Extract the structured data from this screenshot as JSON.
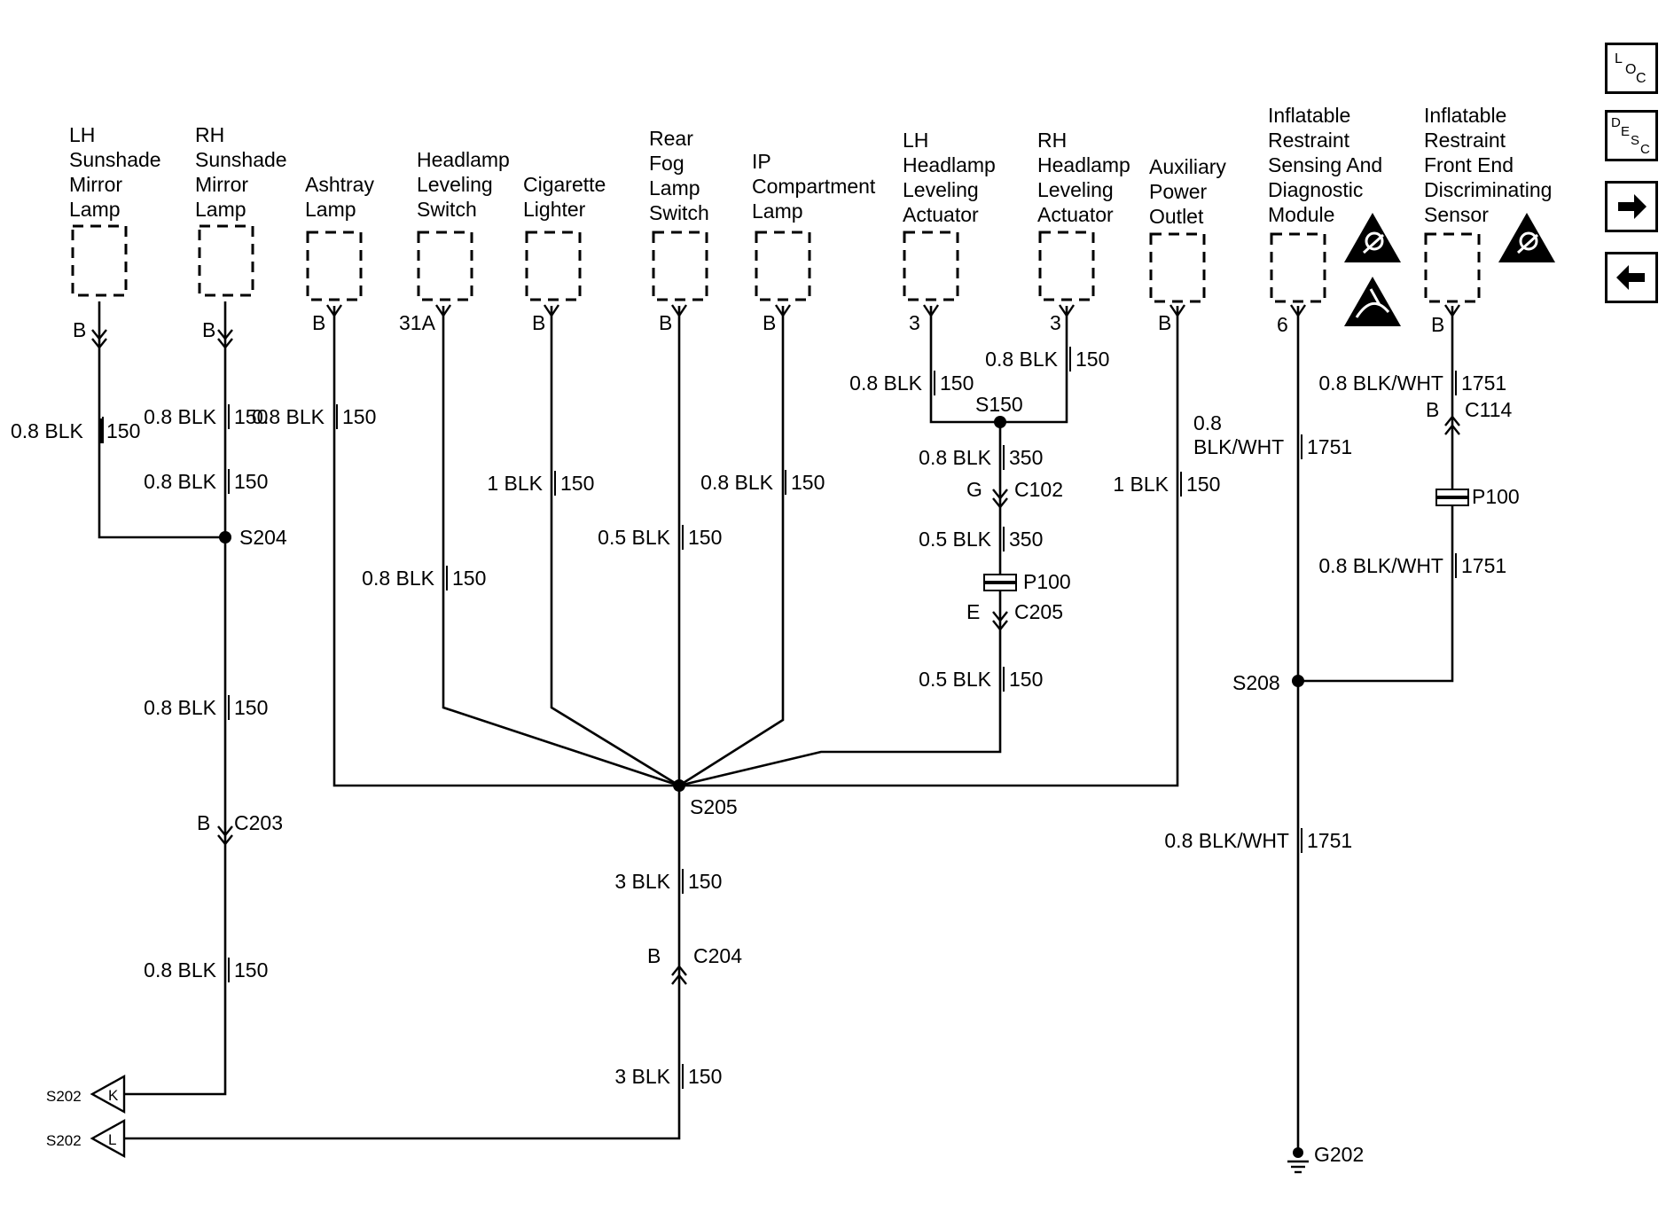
{
  "components": [
    {
      "id": "lh_sunshade",
      "label": [
        "LH",
        "Sunshade",
        "Mirror",
        "Lamp"
      ],
      "pin": "B"
    },
    {
      "id": "rh_sunshade",
      "label": [
        "RH",
        "Sunshade",
        "Mirror",
        "Lamp"
      ],
      "pin": "B"
    },
    {
      "id": "ashtray",
      "label": [
        "Ashtray",
        "Lamp"
      ],
      "pin": "B"
    },
    {
      "id": "hl_level_sw",
      "label": [
        "Headlamp",
        "Leveling",
        "Switch"
      ],
      "pin": "31A"
    },
    {
      "id": "cig_lighter",
      "label": [
        "Cigarette",
        "Lighter"
      ],
      "pin": "B"
    },
    {
      "id": "rear_fog",
      "label": [
        "Rear",
        "Fog",
        "Lamp",
        "Switch"
      ],
      "pin": "B"
    },
    {
      "id": "ip_comp",
      "label": [
        "IP",
        "Compartment",
        "Lamp"
      ],
      "pin": "B"
    },
    {
      "id": "lh_hl_act",
      "label": [
        "LH",
        "Headlamp",
        "Leveling",
        "Actuator"
      ],
      "pin": "3"
    },
    {
      "id": "rh_hl_act",
      "label": [
        "RH",
        "Headlamp",
        "Leveling",
        "Actuator"
      ],
      "pin": "3"
    },
    {
      "id": "aux_power",
      "label": [
        "Auxiliary",
        "Power",
        "Outlet"
      ],
      "pin": "B"
    },
    {
      "id": "sdm",
      "label": [
        "Inflatable",
        "Restraint",
        "Sensing And",
        "Diagnostic",
        "Module"
      ],
      "pin": "6"
    },
    {
      "id": "front_sensor",
      "label": [
        "Inflatable",
        "Restraint",
        "Front End",
        "Discriminating",
        "Sensor"
      ],
      "pin": "B"
    }
  ],
  "wires": [
    {
      "id": "w_lh_sun",
      "color": "0.8 BLK",
      "circuit": "150"
    },
    {
      "id": "w_rh_sun_a",
      "color": "0.8 BLK",
      "circuit": "150"
    },
    {
      "id": "w_rh_sun_b",
      "color": "0.8 BLK",
      "circuit": "150"
    },
    {
      "id": "w_ashtray",
      "color": "0.8 BLK",
      "circuit": "150"
    },
    {
      "id": "w_hl_level_sw",
      "color": "0.8 BLK",
      "circuit": "150"
    },
    {
      "id": "w_cig",
      "color": "1 BLK",
      "circuit": "150"
    },
    {
      "id": "w_fog",
      "color": "0.5 BLK",
      "circuit": "150"
    },
    {
      "id": "w_ip",
      "color": "0.8 BLK",
      "circuit": "150"
    },
    {
      "id": "w_lh_act",
      "color": "0.8 BLK",
      "circuit": "150"
    },
    {
      "id": "w_rh_act",
      "color": "0.8 BLK",
      "circuit": "150"
    },
    {
      "id": "w_s150_c102",
      "color": "0.8 BLK",
      "circuit": "350"
    },
    {
      "id": "w_c102_p100",
      "color": "0.5 BLK",
      "circuit": "350"
    },
    {
      "id": "w_c205_s205",
      "color": "0.5 BLK",
      "circuit": "150"
    },
    {
      "id": "w_aux",
      "color": "1 BLK",
      "circuit": "150"
    },
    {
      "id": "w_s204_c203",
      "color": "0.8 BLK",
      "circuit": "150"
    },
    {
      "id": "w_c203_s202",
      "color": "0.8 BLK",
      "circuit": "150"
    },
    {
      "id": "w_s205_c204",
      "color": "3 BLK",
      "circuit": "150"
    },
    {
      "id": "w_c204_s202",
      "color": "3 BLK",
      "circuit": "150"
    },
    {
      "id": "w_sdm",
      "color": [
        "0.8",
        "BLK/WHT"
      ],
      "circuit": "1751"
    },
    {
      "id": "w_sensor_top",
      "color": "0.8 BLK/WHT",
      "circuit": "1751"
    },
    {
      "id": "w_sensor_bot",
      "color": "0.8 BLK/WHT",
      "circuit": "1751"
    },
    {
      "id": "w_s208_g202",
      "color": "0.8 BLK/WHT",
      "circuit": "1751"
    }
  ],
  "splices": {
    "s204": "S204",
    "s205": "S205",
    "s150": "S150",
    "s208": "S208"
  },
  "connectors": {
    "c203": {
      "name": "C203",
      "pin": "B"
    },
    "c204": {
      "name": "C204",
      "pin": "B"
    },
    "c102": {
      "name": "C102",
      "pin": "G"
    },
    "c205": {
      "name": "C205",
      "pin": "E"
    },
    "c114": {
      "name": "C114",
      "pin": "B"
    },
    "p100_a": {
      "name": "P100"
    },
    "p100_b": {
      "name": "P100"
    }
  },
  "ground": {
    "name": "G202"
  },
  "offpage": [
    {
      "ref": "S202",
      "letter": "K"
    },
    {
      "ref": "S202",
      "letter": "L"
    }
  ],
  "nav": {
    "loc": {
      "l1": "L",
      "l2": "O",
      "l3": "C"
    },
    "desc": {
      "l1": "D",
      "l2": "E",
      "l3": "S",
      "l4": "C"
    }
  }
}
